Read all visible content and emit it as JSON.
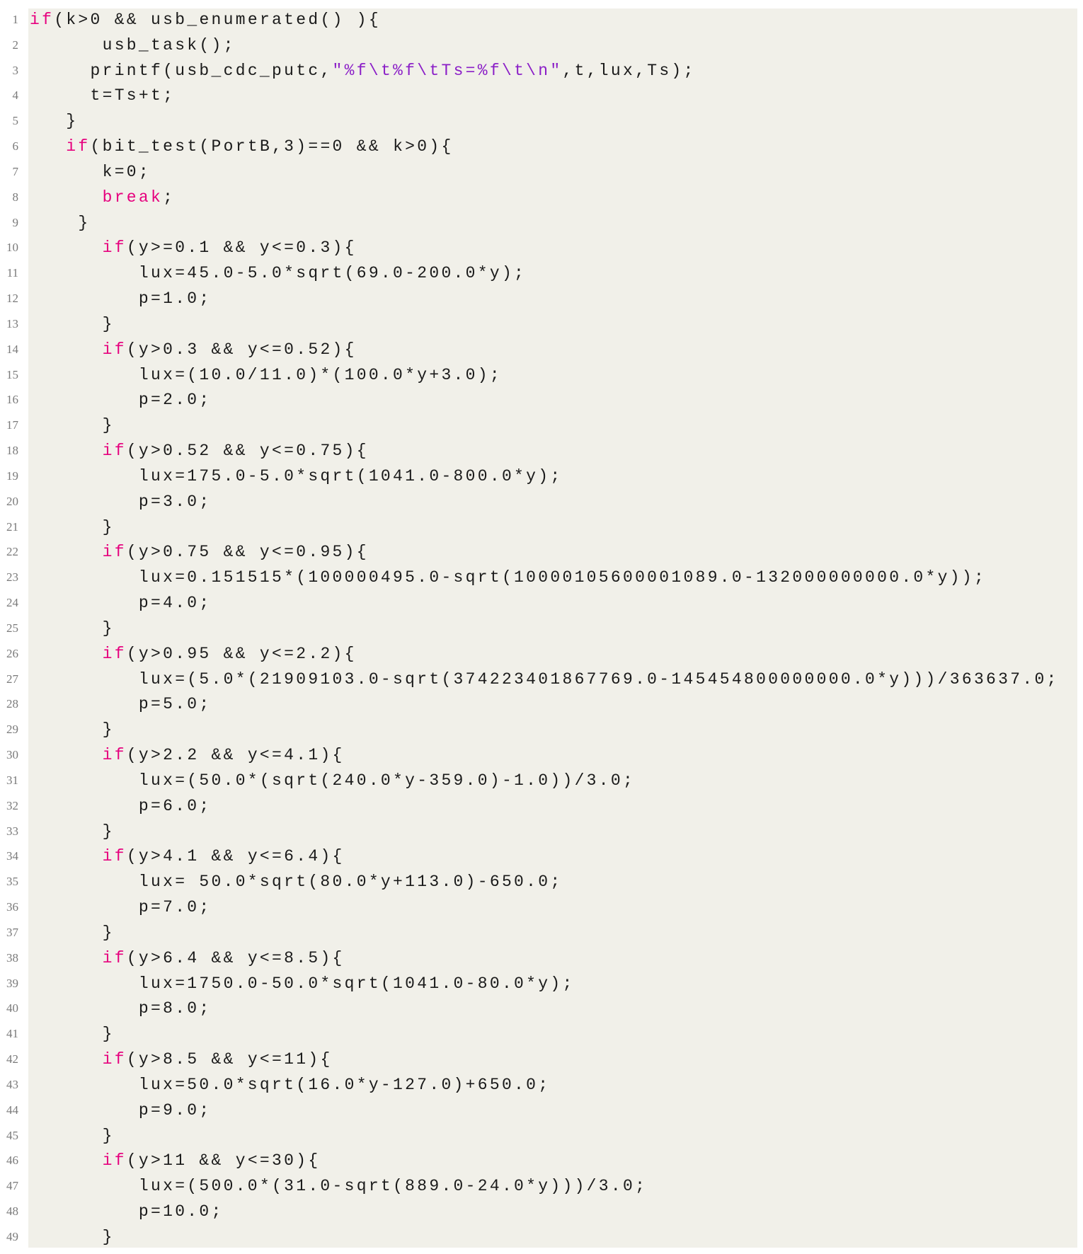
{
  "colors": {
    "background": "#f1f0e9",
    "keyword": "#e6007e",
    "string": "#8b1fc7",
    "text": "#1a1a1a",
    "line_number": "#7a7a7a"
  },
  "code": {
    "lines": [
      {
        "n": "1",
        "indent": 0,
        "parts": [
          {
            "t": "if",
            "k": "kw"
          },
          {
            "t": "(k>0 && usb_enumerated() ){"
          }
        ]
      },
      {
        "n": "2",
        "indent": 6,
        "parts": [
          {
            "t": "usb_task();"
          }
        ]
      },
      {
        "n": "3",
        "indent": 5,
        "parts": [
          {
            "t": "printf(usb_cdc_putc,"
          },
          {
            "t": "\"%f\\t%f\\tTs=%f\\t\\n\"",
            "k": "str"
          },
          {
            "t": ",t,lux,Ts);"
          }
        ]
      },
      {
        "n": "4",
        "indent": 5,
        "parts": [
          {
            "t": "t=Ts+t;"
          }
        ]
      },
      {
        "n": "5",
        "indent": 3,
        "parts": [
          {
            "t": "}"
          }
        ]
      },
      {
        "n": "6",
        "indent": 3,
        "parts": [
          {
            "t": "if",
            "k": "kw"
          },
          {
            "t": "(bit_test(PortB,3)==0 && k>0){"
          }
        ]
      },
      {
        "n": "7",
        "indent": 6,
        "parts": [
          {
            "t": "k=0;"
          }
        ]
      },
      {
        "n": "8",
        "indent": 6,
        "parts": [
          {
            "t": "break",
            "k": "kw"
          },
          {
            "t": ";"
          }
        ]
      },
      {
        "n": "9",
        "indent": 4,
        "parts": [
          {
            "t": "}"
          }
        ]
      },
      {
        "n": "10",
        "indent": 6,
        "parts": [
          {
            "t": "if",
            "k": "kw"
          },
          {
            "t": "(y>=0.1 && y<=0.3){"
          }
        ]
      },
      {
        "n": "11",
        "indent": 9,
        "parts": [
          {
            "t": "lux=45.0-5.0*sqrt(69.0-200.0*y);"
          }
        ]
      },
      {
        "n": "12",
        "indent": 9,
        "parts": [
          {
            "t": "p=1.0;"
          }
        ]
      },
      {
        "n": "13",
        "indent": 6,
        "parts": [
          {
            "t": "}"
          }
        ]
      },
      {
        "n": "14",
        "indent": 6,
        "parts": [
          {
            "t": "if",
            "k": "kw"
          },
          {
            "t": "(y>0.3 && y<=0.52){"
          }
        ]
      },
      {
        "n": "15",
        "indent": 9,
        "parts": [
          {
            "t": "lux=(10.0/11.0)*(100.0*y+3.0);"
          }
        ]
      },
      {
        "n": "16",
        "indent": 9,
        "parts": [
          {
            "t": "p=2.0;"
          }
        ]
      },
      {
        "n": "17",
        "indent": 6,
        "parts": [
          {
            "t": "}"
          }
        ]
      },
      {
        "n": "18",
        "indent": 6,
        "parts": [
          {
            "t": "if",
            "k": "kw"
          },
          {
            "t": "(y>0.52 && y<=0.75){"
          }
        ]
      },
      {
        "n": "19",
        "indent": 9,
        "parts": [
          {
            "t": "lux=175.0-5.0*sqrt(1041.0-800.0*y);"
          }
        ]
      },
      {
        "n": "20",
        "indent": 9,
        "parts": [
          {
            "t": "p=3.0;"
          }
        ]
      },
      {
        "n": "21",
        "indent": 6,
        "parts": [
          {
            "t": "}"
          }
        ]
      },
      {
        "n": "22",
        "indent": 6,
        "parts": [
          {
            "t": "if",
            "k": "kw"
          },
          {
            "t": "(y>0.75 && y<=0.95){"
          }
        ]
      },
      {
        "n": "23",
        "indent": 9,
        "parts": [
          {
            "t": "lux=0.151515*(100000495.0-sqrt(10000105600001089.0-132000000000.0*y));"
          }
        ]
      },
      {
        "n": "24",
        "indent": 9,
        "parts": [
          {
            "t": "p=4.0;"
          }
        ]
      },
      {
        "n": "25",
        "indent": 6,
        "parts": [
          {
            "t": "}"
          }
        ]
      },
      {
        "n": "26",
        "indent": 6,
        "parts": [
          {
            "t": "if",
            "k": "kw"
          },
          {
            "t": "(y>0.95 && y<=2.2){"
          }
        ]
      },
      {
        "n": "27",
        "indent": 9,
        "parts": [
          {
            "t": "lux=(5.0*(21909103.0-sqrt(374223401867769.0-145454800000000.0*y)))/363637.0;"
          }
        ]
      },
      {
        "n": "28",
        "indent": 9,
        "parts": [
          {
            "t": "p=5.0;"
          }
        ]
      },
      {
        "n": "29",
        "indent": 6,
        "parts": [
          {
            "t": "}"
          }
        ]
      },
      {
        "n": "30",
        "indent": 6,
        "parts": [
          {
            "t": "if",
            "k": "kw"
          },
          {
            "t": "(y>2.2 && y<=4.1){"
          }
        ]
      },
      {
        "n": "31",
        "indent": 9,
        "parts": [
          {
            "t": "lux=(50.0*(sqrt(240.0*y-359.0)-1.0))/3.0;"
          }
        ]
      },
      {
        "n": "32",
        "indent": 9,
        "parts": [
          {
            "t": "p=6.0;"
          }
        ]
      },
      {
        "n": "33",
        "indent": 6,
        "parts": [
          {
            "t": "}"
          }
        ]
      },
      {
        "n": "34",
        "indent": 6,
        "parts": [
          {
            "t": "if",
            "k": "kw"
          },
          {
            "t": "(y>4.1 && y<=6.4){"
          }
        ]
      },
      {
        "n": "35",
        "indent": 9,
        "parts": [
          {
            "t": "lux= 50.0*sqrt(80.0*y+113.0)-650.0;"
          }
        ]
      },
      {
        "n": "36",
        "indent": 9,
        "parts": [
          {
            "t": "p=7.0;"
          }
        ]
      },
      {
        "n": "37",
        "indent": 6,
        "parts": [
          {
            "t": "}"
          }
        ]
      },
      {
        "n": "38",
        "indent": 6,
        "parts": [
          {
            "t": "if",
            "k": "kw"
          },
          {
            "t": "(y>6.4 && y<=8.5){"
          }
        ]
      },
      {
        "n": "39",
        "indent": 9,
        "parts": [
          {
            "t": "lux=1750.0-50.0*sqrt(1041.0-80.0*y);"
          }
        ]
      },
      {
        "n": "40",
        "indent": 9,
        "parts": [
          {
            "t": "p=8.0;"
          }
        ]
      },
      {
        "n": "41",
        "indent": 6,
        "parts": [
          {
            "t": "}"
          }
        ]
      },
      {
        "n": "42",
        "indent": 6,
        "parts": [
          {
            "t": "if",
            "k": "kw"
          },
          {
            "t": "(y>8.5 && y<=11){"
          }
        ]
      },
      {
        "n": "43",
        "indent": 9,
        "parts": [
          {
            "t": "lux=50.0*sqrt(16.0*y-127.0)+650.0;"
          }
        ]
      },
      {
        "n": "44",
        "indent": 9,
        "parts": [
          {
            "t": "p=9.0;"
          }
        ]
      },
      {
        "n": "45",
        "indent": 6,
        "parts": [
          {
            "t": "}"
          }
        ]
      },
      {
        "n": "46",
        "indent": 6,
        "parts": [
          {
            "t": "if",
            "k": "kw"
          },
          {
            "t": "(y>11 && y<=30){"
          }
        ]
      },
      {
        "n": "47",
        "indent": 9,
        "parts": [
          {
            "t": "lux=(500.0*(31.0-sqrt(889.0-24.0*y)))/3.0;"
          }
        ]
      },
      {
        "n": "48",
        "indent": 9,
        "parts": [
          {
            "t": "p=10.0;"
          }
        ]
      },
      {
        "n": "49",
        "indent": 6,
        "parts": [
          {
            "t": "}"
          }
        ]
      }
    ]
  }
}
